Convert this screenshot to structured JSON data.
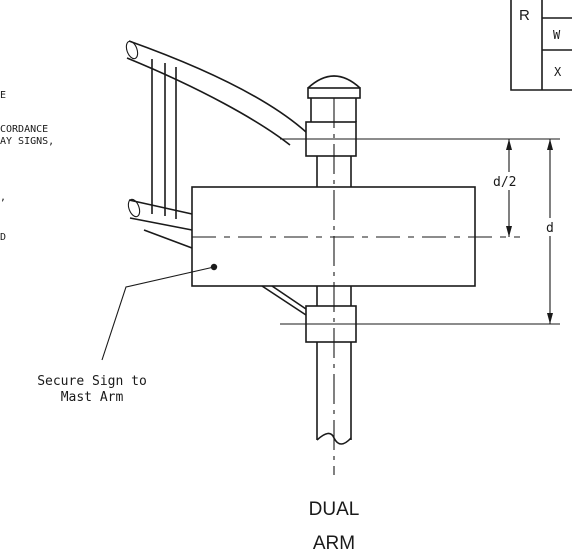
{
  "table": {
    "row_label": "R",
    "cells": [
      "W",
      "X"
    ]
  },
  "notes_left": [
    "E",
    "CORDANCE",
    "AY SIGNS,",
    ",",
    "D"
  ],
  "dimensions": {
    "half": "d/2",
    "full": "d"
  },
  "callout": {
    "line1": "Secure Sign to",
    "line2": "Mast Arm"
  },
  "caption": {
    "line1": "DUAL",
    "line2": "ARM"
  }
}
